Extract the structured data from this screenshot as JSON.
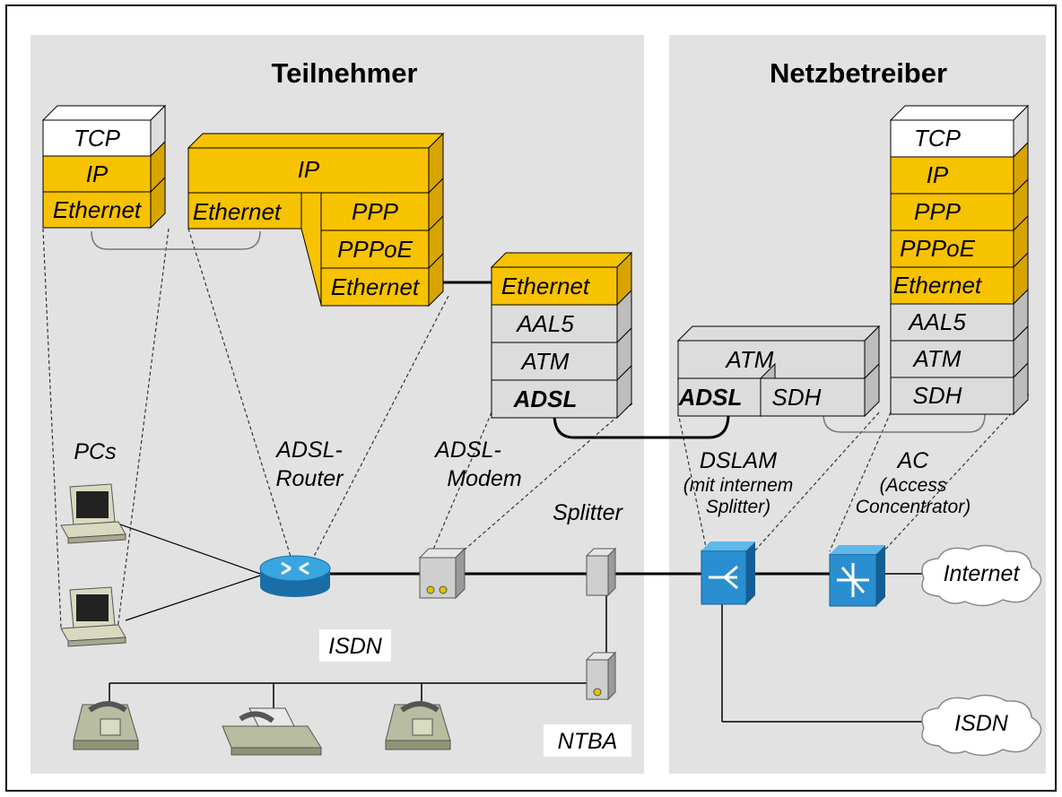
{
  "areas": {
    "left_title": "Teilnehmer",
    "right_title": "Netzbetreiber"
  },
  "stacks": {
    "pc": [
      "TCP",
      "IP",
      "Ethernet"
    ],
    "router_top": "IP",
    "router_left": "Ethernet",
    "router_right": [
      "PPP",
      "PPPoE",
      "Ethernet"
    ],
    "modem": [
      "Ethernet",
      "AAL5",
      "ATM",
      "ADSL"
    ],
    "dslam_top": "ATM",
    "dslam_left": "ADSL",
    "dslam_right": "SDH",
    "ac": [
      "TCP",
      "IP",
      "PPP",
      "PPPoE",
      "Ethernet",
      "AAL5",
      "ATM",
      "SDH"
    ]
  },
  "devices": {
    "pcs": "PCs",
    "router": [
      "ADSL-",
      "Router"
    ],
    "modem": [
      "ADSL-",
      "Modem"
    ],
    "splitter": "Splitter",
    "dslam": [
      "DSLAM",
      "(mit internem",
      "Splitter)"
    ],
    "ac": [
      "AC",
      "(Access",
      "Concentrator)"
    ],
    "isdn_left": "ISDN",
    "ntba": "NTBA",
    "internet": "Internet",
    "isdn_right": "ISDN"
  },
  "colors": {
    "panel": "#e2e2e2",
    "yellow": "#f7c200",
    "yellow_side": "#d8a500",
    "white": "#ffffff",
    "gray": "#dcdcdc",
    "gray_side": "#bdbdbd",
    "cisco_blue": "#1a86c8"
  }
}
